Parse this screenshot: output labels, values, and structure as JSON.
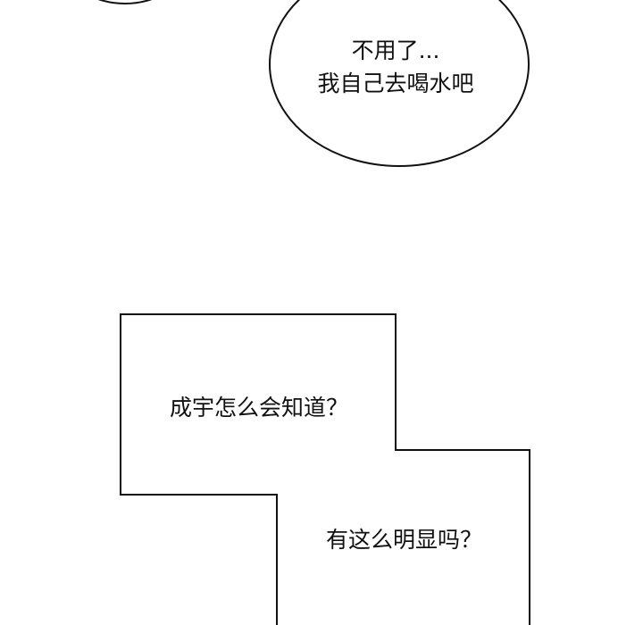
{
  "speech_bubble": {
    "lines": [
      "不用了...",
      "我自己去喝水吧"
    ]
  },
  "caption_box": {
    "top_text": "成宇怎么会知道？",
    "bottom_text": "有这么明显吗？"
  }
}
